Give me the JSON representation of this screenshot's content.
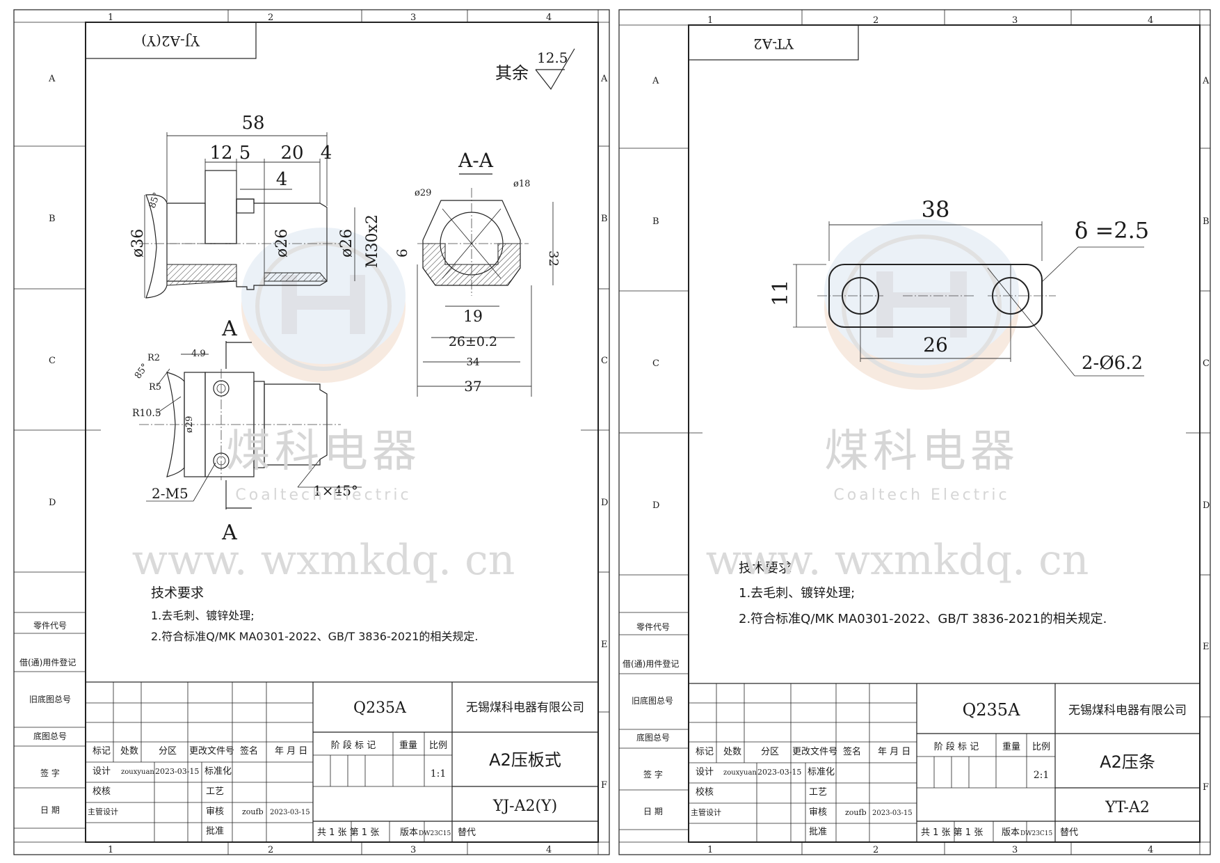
{
  "sheets": [
    {
      "id": "left",
      "title_block_reversed": "YJ-A2(Y)",
      "roughness": {
        "label": "其余",
        "value": "12.5"
      },
      "grid": {
        "cols": [
          "1",
          "2",
          "3",
          "4"
        ],
        "rows": [
          "A",
          "B",
          "C",
          "D",
          "E",
          "F"
        ]
      },
      "section_label": "A-A",
      "view_markers": [
        "A",
        "A"
      ],
      "dimensions": {
        "d58": "58",
        "d12": "12",
        "d5": "5",
        "d20": "20",
        "d4a": "4",
        "d4b": "4",
        "angle85": "85°",
        "phi36": "ø36",
        "phi26a": "ø26",
        "phi26b": "ø26",
        "m30": "M30x2",
        "phi29": "ø29",
        "phi18": "ø18",
        "d6": "6",
        "d32": "32",
        "d19": "19",
        "d26tol": "26±0.2",
        "d34": "34",
        "d37": "37",
        "r2": "R2",
        "d4_9": "4.9",
        "angle85b": "85°",
        "r5": "R5",
        "r10_5": "R10.5",
        "phi29b": "ø29",
        "m5": "2-M5",
        "chamfer": "1×45°"
      },
      "tech_req": {
        "title": "技术要求",
        "items": [
          "1.去毛刺、镀锌处理;",
          "2.符合标准Q/MK MA0301-2022、GB/T 3836-2021的相关规定."
        ]
      },
      "side_labels": [
        "零件代号",
        "借(通)用件登记",
        "旧底图总号",
        "底图总号",
        "签 字",
        "日 期"
      ],
      "revision_headers": [
        "标记",
        "处数",
        "分区",
        "更改文件号",
        "签名",
        "年 月 日"
      ],
      "roles": [
        "设计",
        "校核",
        "主管设计"
      ],
      "designer": "zouxyuan",
      "design_date": "2023-03-15",
      "checks": [
        "标准化",
        "工艺",
        "审核",
        "批准"
      ],
      "reviewer": "zoufb",
      "review_date": "2023-03-15",
      "material": "Q235A",
      "company": "无锡煤科电器有限公司",
      "stage_headers": [
        "阶 段 标 记",
        "重量",
        "比例"
      ],
      "scale": "1:1",
      "part_name": "A2压板式",
      "drawing_no": "YJ-A2(Y)",
      "sheet_info": "共 1 张  第 1 张",
      "version_label": "版本",
      "version": "DW23C15",
      "replace_label": "替代"
    },
    {
      "id": "right",
      "title_block_reversed": "YT-A2",
      "grid": {
        "cols": [
          "1",
          "2",
          "3",
          "4"
        ],
        "rows": [
          "A",
          "B",
          "C",
          "D",
          "E",
          "F"
        ]
      },
      "dimensions": {
        "d38": "38",
        "delta": "δ =2.5",
        "d11": "11",
        "d26": "26",
        "holes": "2-Ø6.2"
      },
      "tech_req": {
        "title": "技术要求",
        "items": [
          "1.去毛刺、镀锌处理;",
          "2.符合标准Q/MK MA0301-2022、GB/T 3836-2021的相关规定."
        ]
      },
      "side_labels": [
        "零件代号",
        "借(通)用件登记",
        "旧底图总号",
        "底图总号",
        "签 字",
        "日 期"
      ],
      "revision_headers": [
        "标记",
        "处数",
        "分区",
        "更改文件号",
        "签名",
        "年 月 日"
      ],
      "roles": [
        "设计",
        "校核",
        "主管设计"
      ],
      "designer": "zouxyuan",
      "design_date": "2023-03-15",
      "checks": [
        "标准化",
        "工艺",
        "审核",
        "批准"
      ],
      "reviewer": "zoufb",
      "review_date": "2023-03-15",
      "material": "Q235A",
      "company": "无锡煤科电器有限公司",
      "stage_headers": [
        "阶 段 标 记",
        "重量",
        "比例"
      ],
      "scale": "2:1",
      "part_name": "A2压条",
      "drawing_no": "YT-A2",
      "sheet_info": "共 1 张  第 1 张",
      "version_label": "版本",
      "version": "DW23C15",
      "replace_label": "替代"
    }
  ],
  "watermark": {
    "cn": "煤科电器",
    "en": "Coaltech Electric",
    "url": "www. wxmkdq. cn"
  }
}
